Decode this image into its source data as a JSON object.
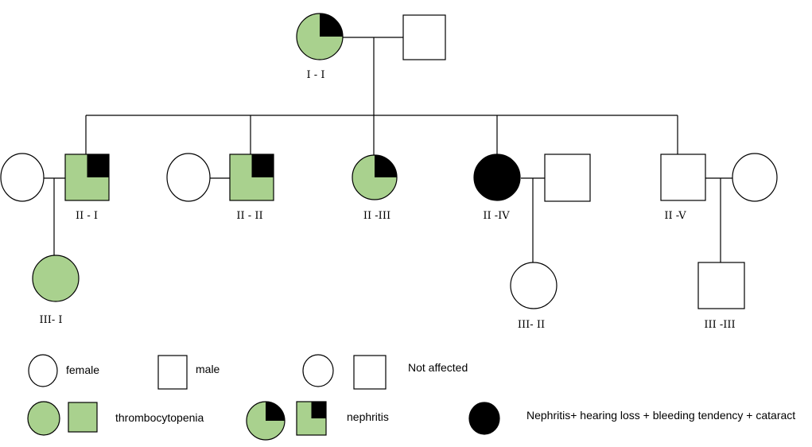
{
  "colors": {
    "thrombocytopenia": "#a9d18e",
    "nephritis_mark": "#000000",
    "full_phenotype": "#000000",
    "unaffected": "#ffffff",
    "line": "#000000"
  },
  "individuals": {
    "I_I": {
      "label": "I - I"
    },
    "II_I": {
      "label": "II - I"
    },
    "II_II": {
      "label": "II - II"
    },
    "II_III": {
      "label": "II -III"
    },
    "II_IV": {
      "label": "II -IV"
    },
    "II_V": {
      "label": "II -V"
    },
    "III_I": {
      "label": "III- I"
    },
    "III_II": {
      "label": "III- II"
    },
    "III_III": {
      "label": "III -III"
    }
  },
  "legend": {
    "female": "female",
    "male": "male",
    "not_affected": "Not affected",
    "thrombocytopenia": "thrombocytopenia",
    "nephritis": "nephritis",
    "full": "Nephritis+ hearing loss + bleeding tendency + cataract"
  }
}
